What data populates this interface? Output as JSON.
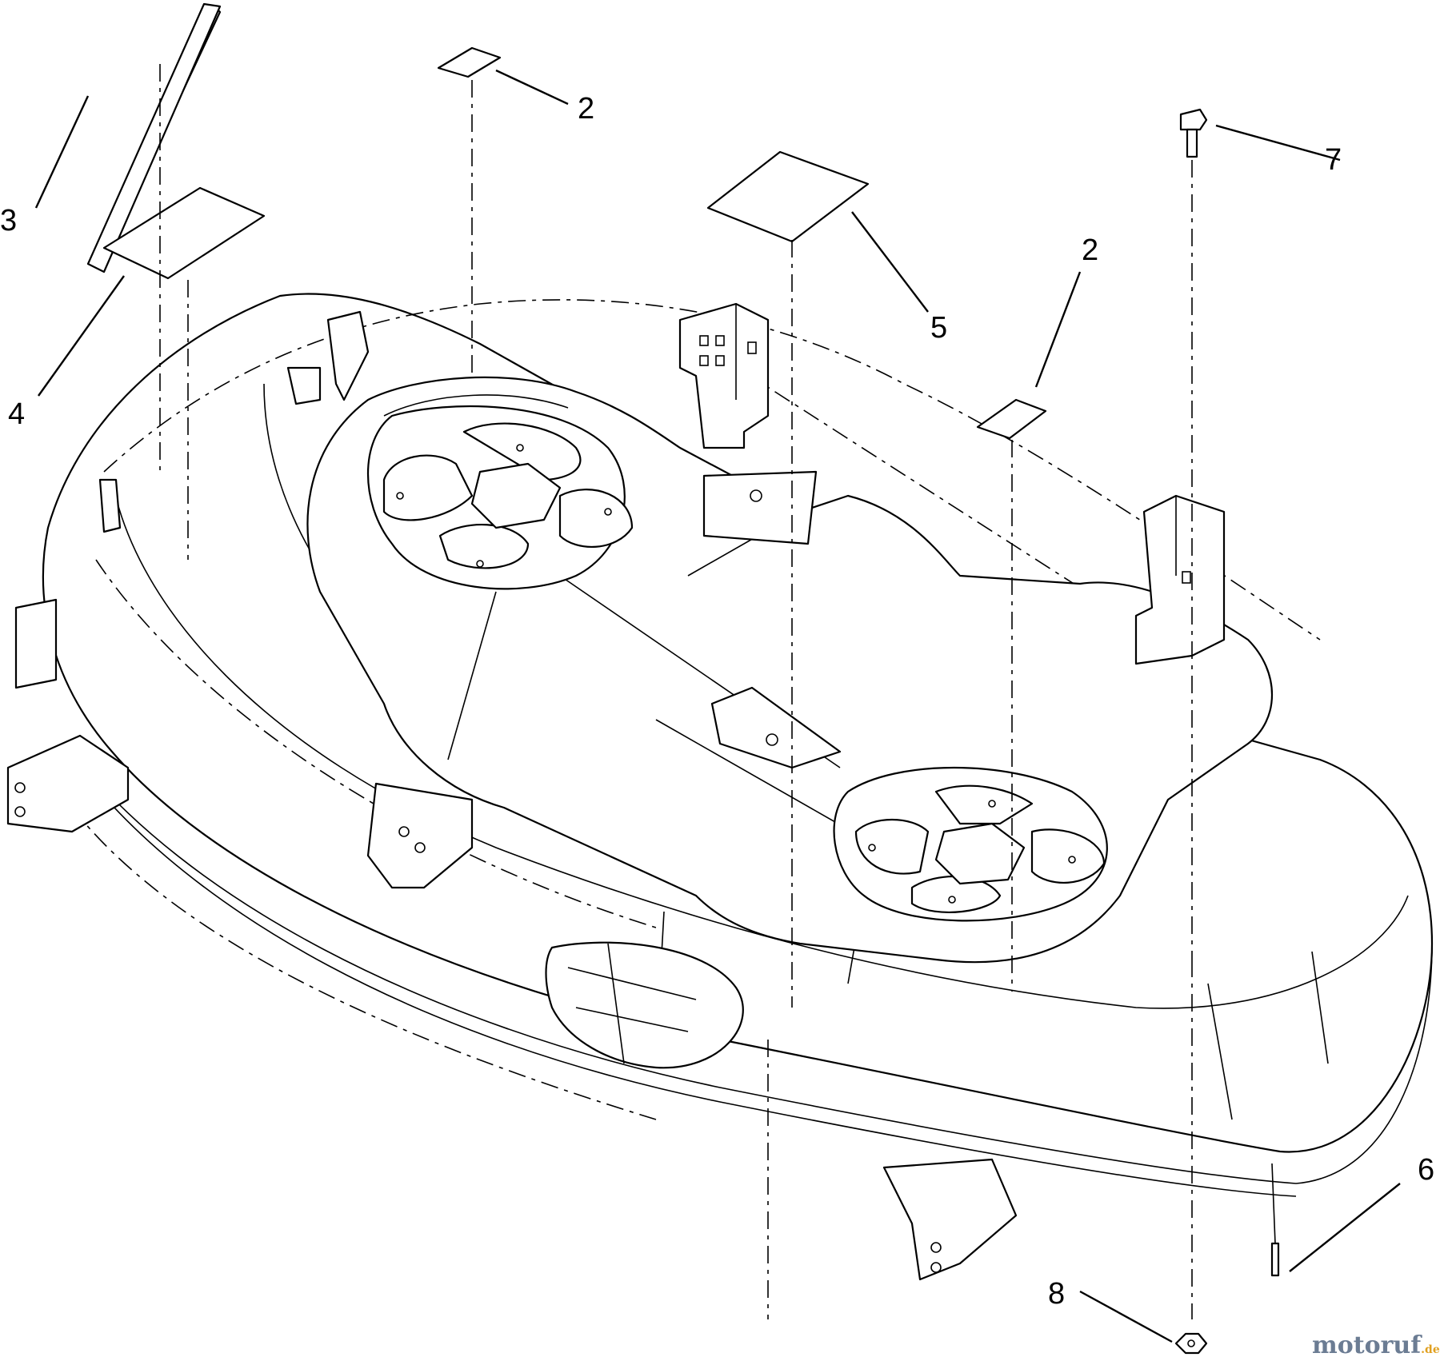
{
  "callouts": [
    {
      "id": "c3",
      "label": "3"
    },
    {
      "id": "c2a",
      "label": "2"
    },
    {
      "id": "c7",
      "label": "7"
    },
    {
      "id": "c5",
      "label": "5"
    },
    {
      "id": "c2b",
      "label": "2"
    },
    {
      "id": "c4",
      "label": "4"
    },
    {
      "id": "c6",
      "label": "6"
    },
    {
      "id": "c8",
      "label": "8"
    }
  ],
  "watermark": {
    "main": "motoruf",
    "suffix": ".de"
  }
}
